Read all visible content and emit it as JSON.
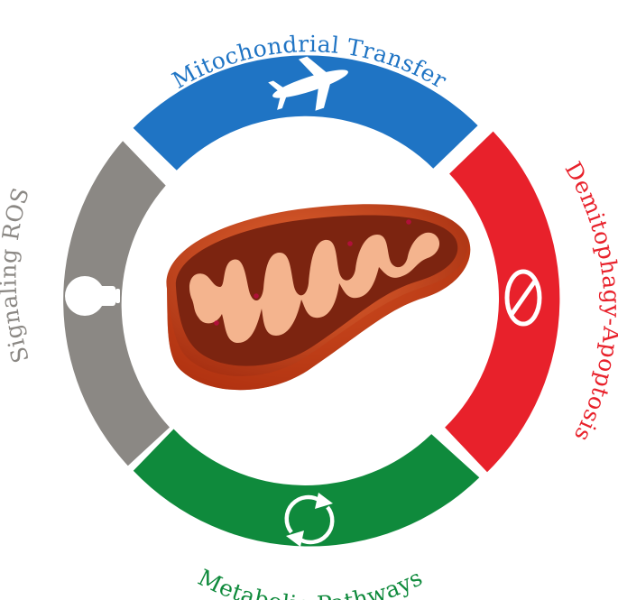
{
  "labels": {
    "top": "Mitochondrial Transfer",
    "right": "Demitophagy-Apoptosis",
    "bottom": "Metabolic Pathways",
    "left": "Signaling ROS"
  },
  "colors": {
    "top": "#1f74c4",
    "right": "#e8212b",
    "bottom": "#0f8a3c",
    "left": "#8b8884",
    "mitochondrion_outer": "#c03a14",
    "mitochondrion_inner": "#7c2410",
    "cristae": "#f4b48e"
  },
  "icons": {
    "top": "airplane-icon",
    "right": "prohibited-icon",
    "bottom": "recycle-arrows-icon",
    "left": "lightbulb-icon",
    "center": "mitochondrion-illustration"
  }
}
